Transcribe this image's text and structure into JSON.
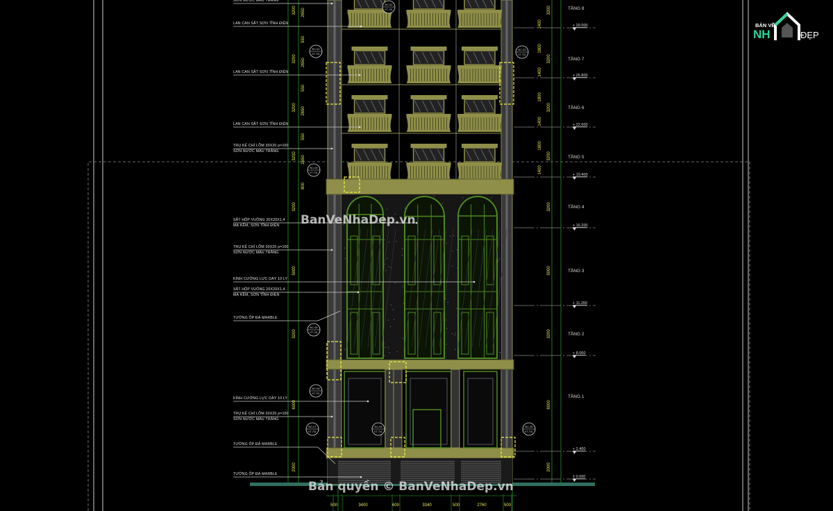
{
  "drawing": {
    "annotations": [
      {
        "lines": [
          "SƠN NƯỚC MÀU TRẮNG"
        ]
      },
      {
        "lines": [
          "LAN CAN SẮT SƠN TĨNH ĐIỆN"
        ]
      },
      {
        "lines": [
          "LAN CAN SẮT SƠN TĨNH ĐIỆN"
        ]
      },
      {
        "lines": [
          "LAN CAN SẮT SƠN TĨNH ĐIỆN"
        ]
      },
      {
        "lines": [
          "TRỤ KẺ CHỈ LÕM 30X20 p=100",
          "SƠN NƯỚC MÀU TRẮNG"
        ]
      },
      {
        "lines": [
          "SẮT HỘP VUÔNG 20X20X1,4",
          "MẠ KẼM, SƠN TĨNH ĐIỆN"
        ]
      },
      {
        "lines": [
          "TRỤ KẺ CHỈ LÕM 30X20 p=100",
          "SƠN NƯỚC MÀU TRẮNG"
        ]
      },
      {
        "lines": [
          "KÍNH CƯỜNG LỰC DÀY 10 LY"
        ]
      },
      {
        "lines": [
          "SẮT HỘP VUÔNG 20X20X1,4",
          "MẠ KẼM, SƠN TĨNH ĐIỆN"
        ]
      },
      {
        "lines": [
          "TƯỜNG ỐP ĐÁ MARBLE"
        ]
      },
      {
        "lines": [
          "KÍNH CƯỜNG LỰC DÀY 10 LY"
        ]
      },
      {
        "lines": [
          "TRỤ KẺ CHỈ LÕM 30X20 p=100",
          "SƠN NƯỚC MÀU TRẮNG"
        ]
      },
      {
        "lines": [
          "TƯỜNG ỐP ĐÁ MARBLE"
        ]
      },
      {
        "lines": [
          "TƯỜNG ỐP ĐÁ MARBLE"
        ]
      }
    ],
    "levels": [
      {
        "name": "TẦNG 8",
        "elevation": "+ 29.000"
      },
      {
        "name": "TẦNG 7",
        "elevation": "+ 25.800"
      },
      {
        "name": "TẦNG 6",
        "elevation": "+ 22.600"
      },
      {
        "name": "TẦNG 5",
        "elevation": "+ 19.400"
      },
      {
        "name": "TẦNG 4",
        "elevation": "+ 16.200"
      },
      {
        "name": "TẦNG 3",
        "elevation": "+ 11.200"
      },
      {
        "name": "TẦNG 2",
        "elevation": "+ 8.000"
      },
      {
        "name": "TẦNG 1",
        "elevation": "+ 2.400"
      },
      {
        "name": "",
        "elevation": "± 0.000"
      }
    ],
    "left_dims_outer": [
      "3200",
      "3200",
      "3200",
      "3200",
      "3200",
      "5000",
      "3200",
      "6000",
      "2000"
    ],
    "left_dims_inner": [
      "2650",
      "550",
      "2650",
      "550",
      "2650",
      "550",
      "2650",
      "800"
    ],
    "right_dims_inner": [
      "1400",
      "1800",
      "1400",
      "1800",
      "1400",
      "1800",
      "1400"
    ],
    "right_dims_outer": [
      "3200",
      "3200",
      "3200",
      "3200",
      "3200",
      "5000",
      "3200",
      "6000",
      "2000"
    ],
    "bottom_dims": [
      "500",
      "3400",
      "600",
      "3340",
      "500",
      "2760",
      "500"
    ],
    "detail_tags": [
      "ĐC-01",
      "ĐC-02",
      "ĐC-03",
      "ĐC-04",
      "ĐC-05",
      "ĐC-06",
      "ĐC-07",
      "ĐC-08",
      "ĐC-09"
    ],
    "detail_sheet": "KT-701"
  },
  "watermarks": {
    "center": "BanVeNhaDep.vn",
    "bottom": "Bản quyền © BanVeNhaDep.vn"
  },
  "logo": {
    "top": "BẢN VẼ",
    "left": "NH",
    "right": "ĐẸP",
    "accent": "#2fd39a"
  },
  "colors": {
    "background": "#000000",
    "facade": "#8f8f4a",
    "glazing": "#4f8a1f",
    "dimension": "#e8e85a",
    "grid": "#1e7a1e"
  }
}
